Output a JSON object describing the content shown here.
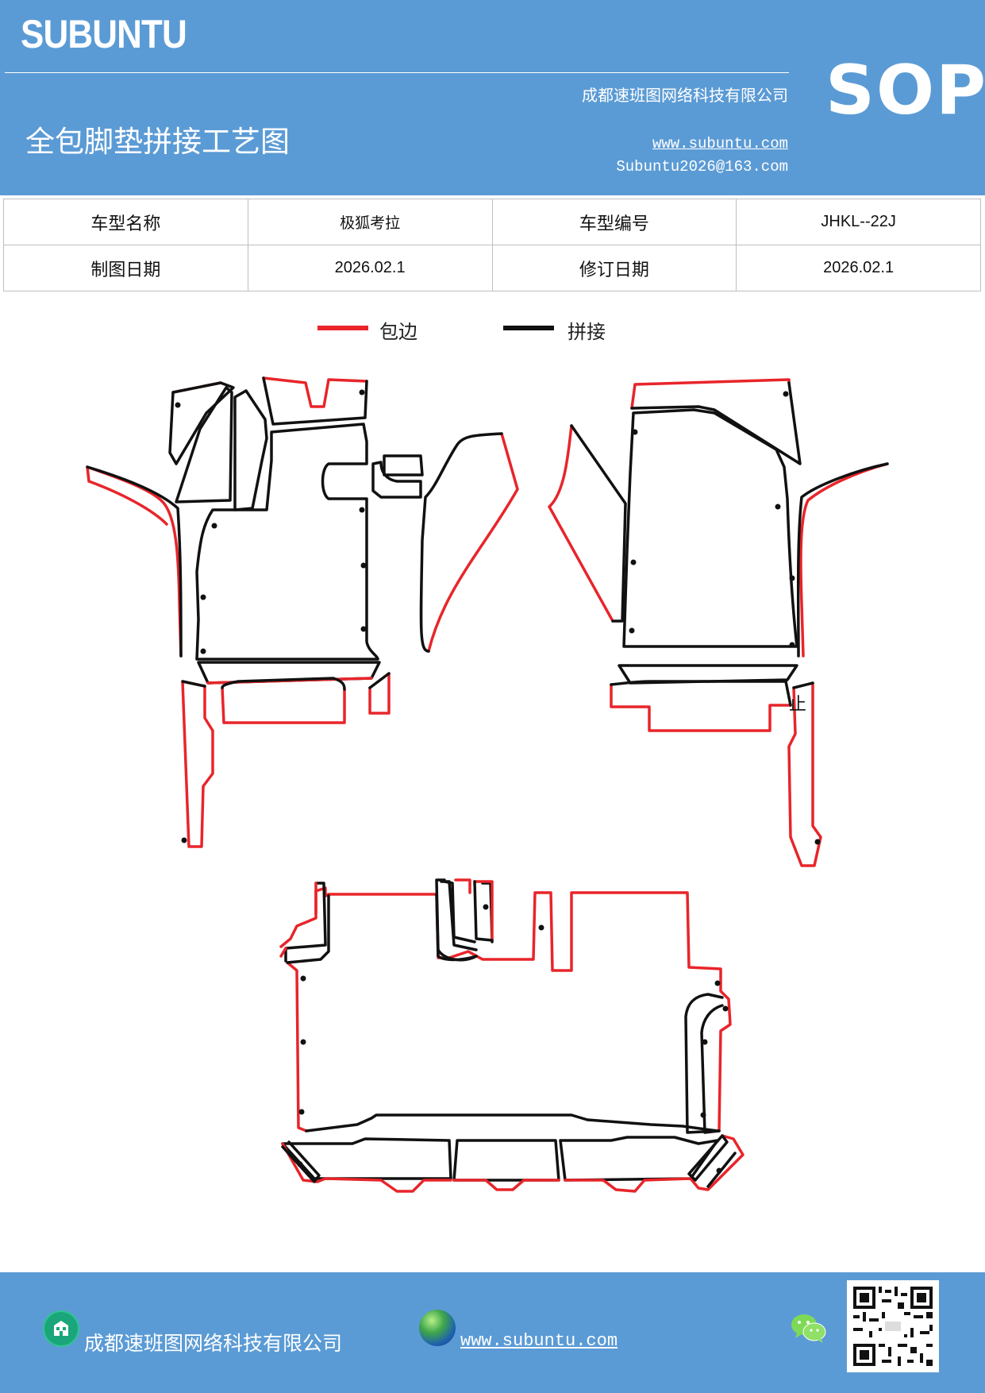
{
  "header": {
    "brand": "SUBUNTU",
    "company": "成都速班图网络科技有限公司",
    "title": "全包脚垫拼接工艺图",
    "website": "www.subuntu.com",
    "email": "Subuntu2026@163.com",
    "badge": "SOP"
  },
  "info_table": {
    "rows": [
      [
        "车型名称",
        "极狐考拉",
        "车型编号",
        "JHKL--22J"
      ],
      [
        "制图日期",
        "2026.02.1",
        "修订日期",
        "2026.02.1"
      ]
    ]
  },
  "legend": {
    "items": [
      {
        "label": "包边",
        "color": "#e8252a"
      },
      {
        "label": "拼接",
        "color": "#111111"
      }
    ]
  },
  "drawing": {
    "annotation": "止"
  },
  "footer": {
    "company": "成都速班图网络科技有限公司",
    "website": "www.subuntu.com",
    "icons": [
      "company-icon",
      "globe-icon",
      "wechat-icon",
      "qr-code"
    ]
  },
  "colors": {
    "brand_blue": "#5b9bd5",
    "edge_red": "#e8252a",
    "seam_black": "#111111"
  }
}
